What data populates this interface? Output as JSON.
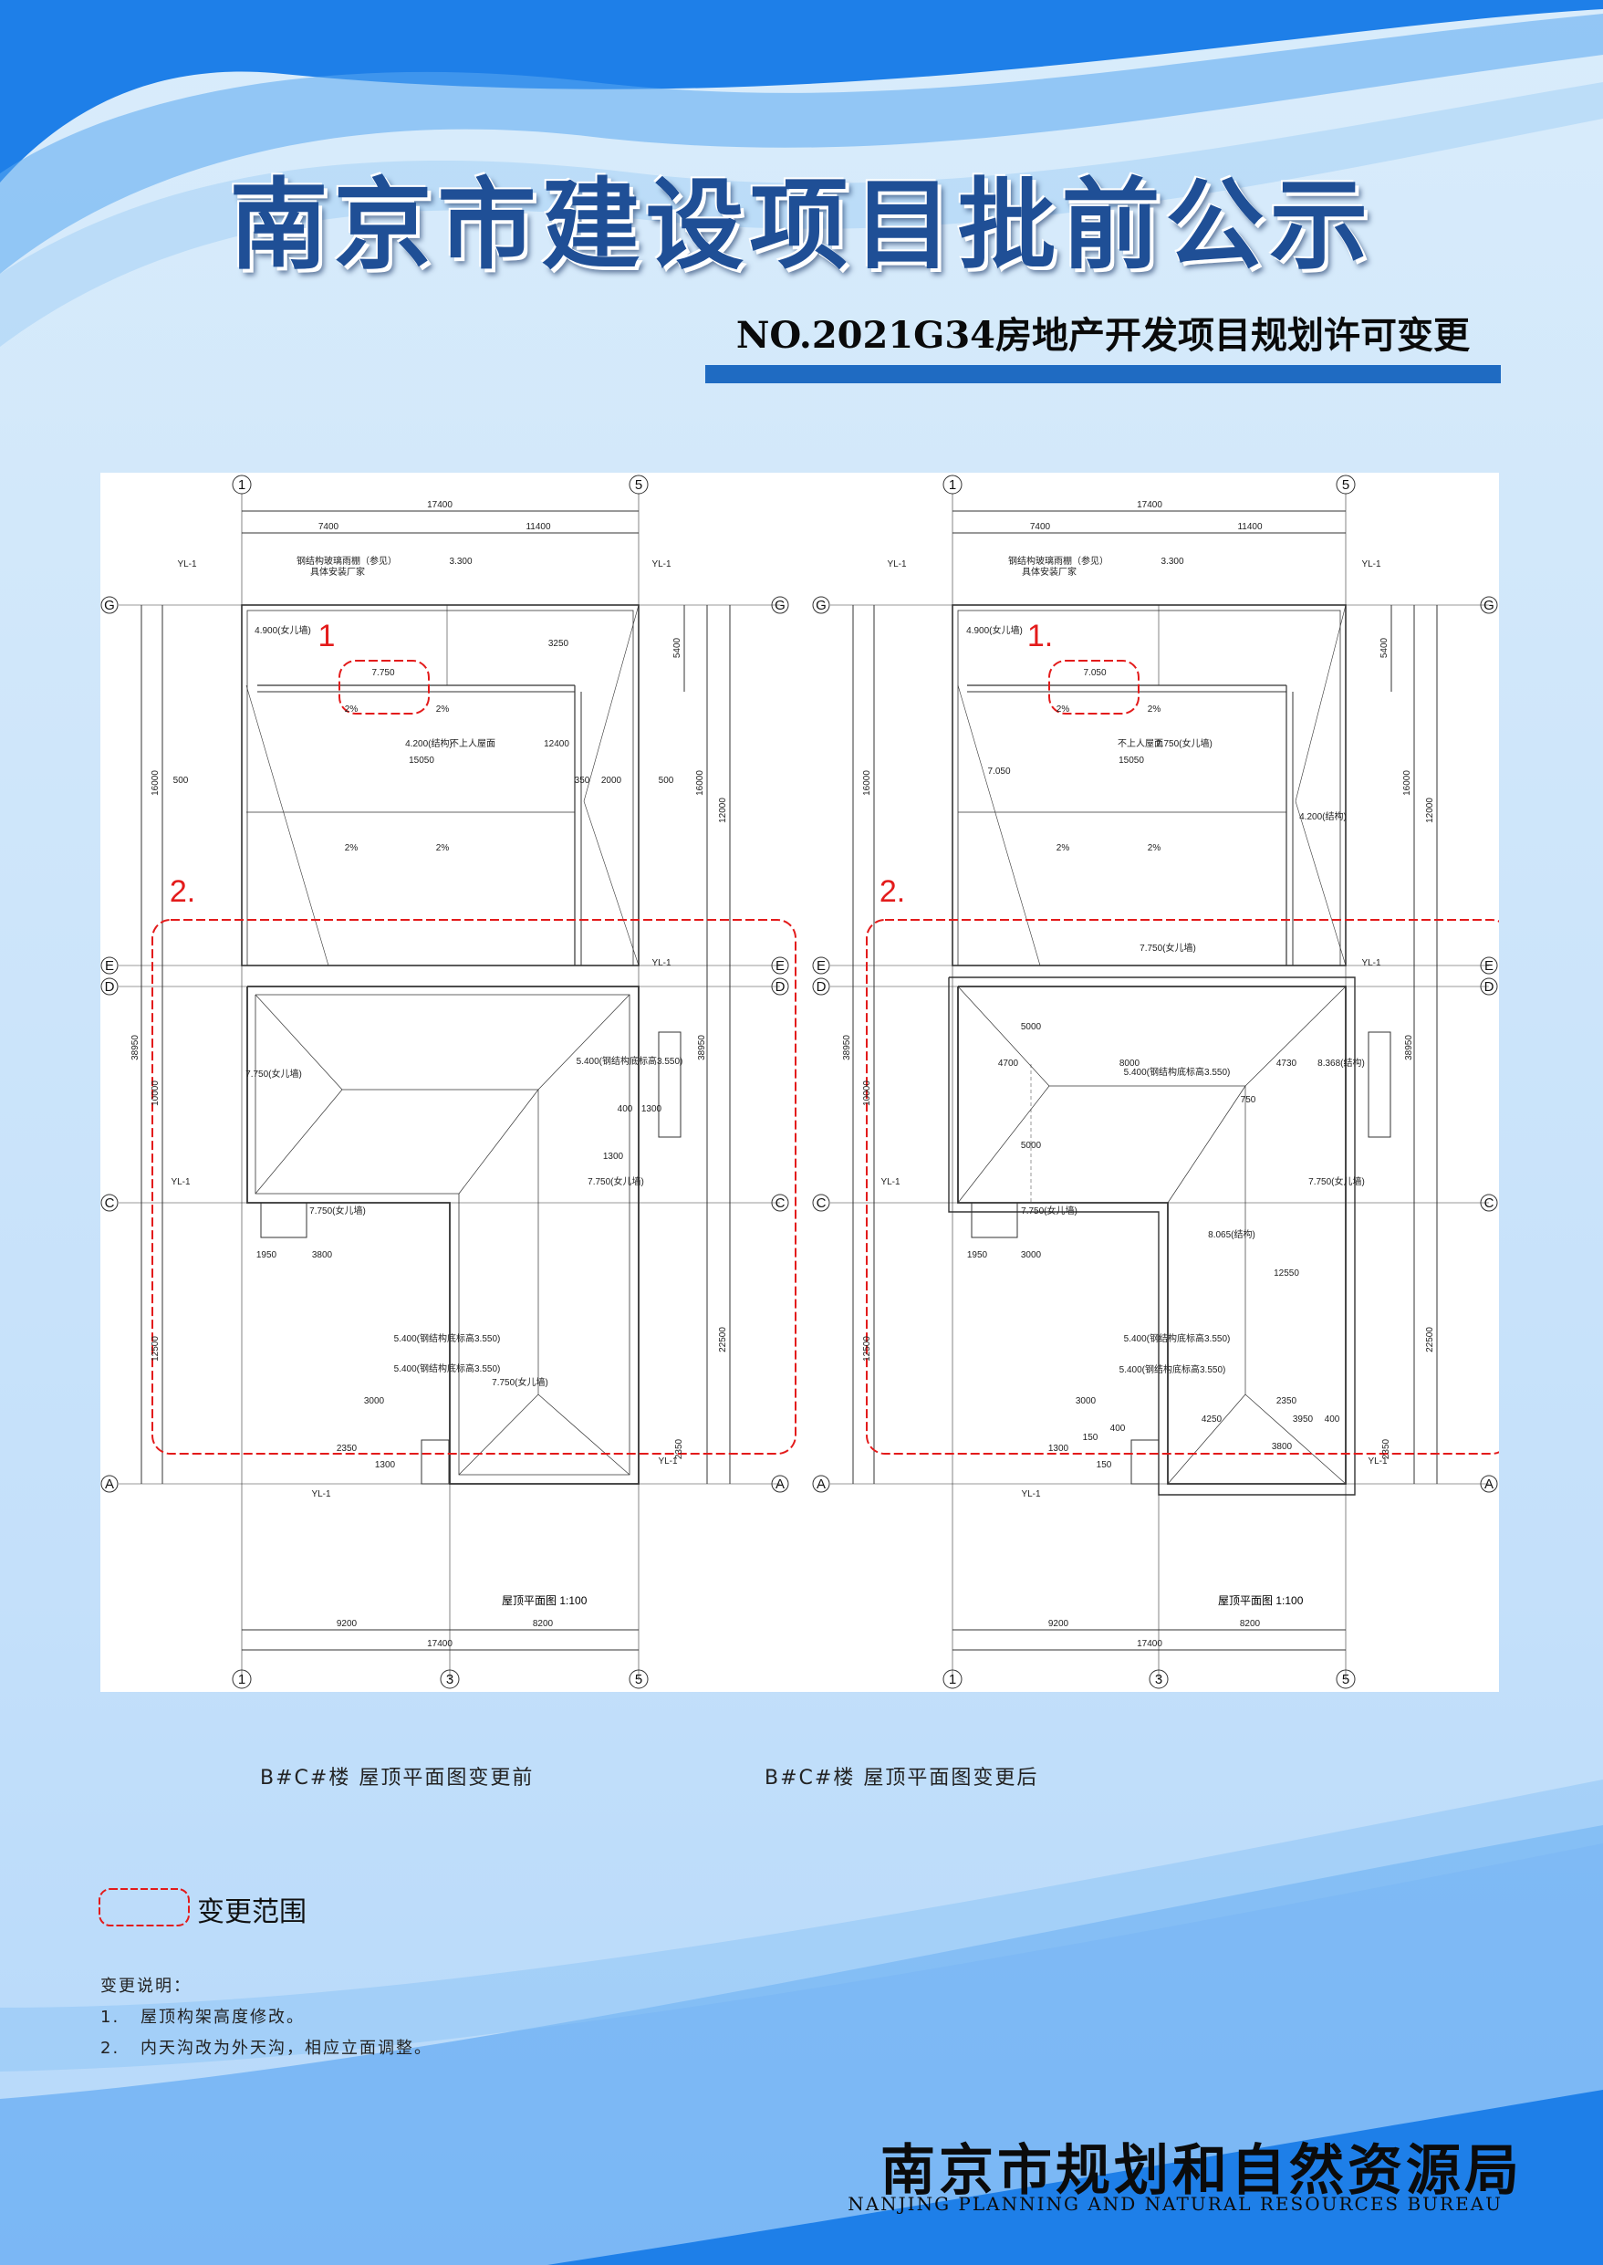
{
  "header": {
    "title": "南京市建设项目批前公示",
    "subtitle": "NO.2021G34房地产开发项目规划许可变更"
  },
  "drawings": {
    "before": {
      "caption": "B#C#楼 屋顶平面图变更前",
      "plan_title": "屋顶平面图 1:100",
      "axes_top": [
        "1",
        "5"
      ],
      "axes_bottom": [
        "1",
        "3",
        "5"
      ],
      "axes_side": [
        "G",
        "E",
        "D",
        "C",
        "A"
      ],
      "dims_top": [
        "17400",
        "7400",
        "11400"
      ],
      "dims_bottom": [
        "9200",
        "8200",
        "17400"
      ],
      "dims_left": [
        "16000",
        "38950",
        "10000",
        "12500"
      ],
      "dims_right": [
        "5400",
        "16000",
        "12000",
        "38950",
        "2350",
        "22500"
      ],
      "levels": [
        "4.900(女儿墙)",
        "7.750",
        "4.200(结构)",
        "不上人屋面",
        "7.750(女儿墙)",
        "7.750(女儿墙)",
        "5.400(钢结构底标高3.550)",
        "7.750(女儿墙)",
        "5.400(钢结构底标高3.550)",
        "7.750(女儿墙)",
        "5.400(钢结构底标高3.550)"
      ],
      "labels": [
        "YL-1",
        "YL-1",
        "YL-1",
        "YL-1",
        "YL-1",
        "YL-1"
      ],
      "notes": [
        "钢结构玻璃雨棚（参见）",
        "具体安装厂家",
        "15050",
        "2%",
        "2%",
        "2%",
        "2%",
        "500",
        "500",
        "350",
        "2000",
        "12400",
        "3250",
        "400",
        "1300",
        "1300",
        "1950",
        "3800",
        "3000",
        "2350",
        "1300",
        "3.300"
      ],
      "marks": [
        "1",
        "2."
      ]
    },
    "after": {
      "caption": "B#C#楼 屋顶平面图变更后",
      "plan_title": "屋顶平面图 1:100",
      "axes_top": [
        "1",
        "5"
      ],
      "axes_bottom": [
        "1",
        "3",
        "5"
      ],
      "axes_side": [
        "G",
        "E",
        "D",
        "C",
        "A"
      ],
      "dims_top": [
        "17400",
        "7400",
        "11400"
      ],
      "dims_bottom": [
        "9200",
        "8200",
        "17400"
      ],
      "dims_left": [
        "16000",
        "38950",
        "10000",
        "12500"
      ],
      "dims_right": [
        "5400",
        "16000",
        "12000",
        "38950",
        "2350",
        "22500"
      ],
      "levels": [
        "4.900(女儿墙)",
        "7.050",
        "7.050",
        "4.200(结构)",
        "不上人屋面",
        "7.750(女儿墙)",
        "7.750(女儿墙)",
        "8.368(结构)",
        "5.400(钢结构底标高3.550)",
        "7.750(女儿墙)",
        "5.400(钢结构底标高3.550)",
        "8.065(结构)",
        "7.750(女儿墙)",
        "5.400(钢结构底标高3.550)"
      ],
      "labels": [
        "YL-1",
        "YL-1",
        "YL-1",
        "YL-1",
        "YL-1",
        "YL-1"
      ],
      "notes": [
        "钢结构玻璃雨棚（参见）",
        "具体安装厂家",
        "15050",
        "2%",
        "2%",
        "2%",
        "2%",
        "8000",
        "4700",
        "4730",
        "5000",
        "5000",
        "12550",
        "750",
        "4250",
        "3950",
        "3800",
        "1950",
        "3000",
        "3000",
        "2350",
        "1300",
        "150",
        "400",
        "150",
        "400",
        "3.300"
      ],
      "marks": [
        "1.",
        "2."
      ]
    }
  },
  "legend": {
    "label": "变更范围",
    "color": "#e31b1b"
  },
  "notes": {
    "heading": "变更说明：",
    "items": [
      {
        "num": "1.",
        "text": "屋顶构架高度修改。"
      },
      {
        "num": "2.",
        "text": "内天沟改为外天沟，相应立面调整。"
      }
    ]
  },
  "footer": {
    "title": "南京市规划和自然资源局",
    "subtitle_en": "NANJING PLANNING AND NATURAL RESOURCES BUREAU"
  },
  "colors": {
    "title_blue": "#1f4f96",
    "rule_blue": "#1f6bc2",
    "wave_blue": "#1e7fe8",
    "revision_red": "#e31b1b"
  }
}
